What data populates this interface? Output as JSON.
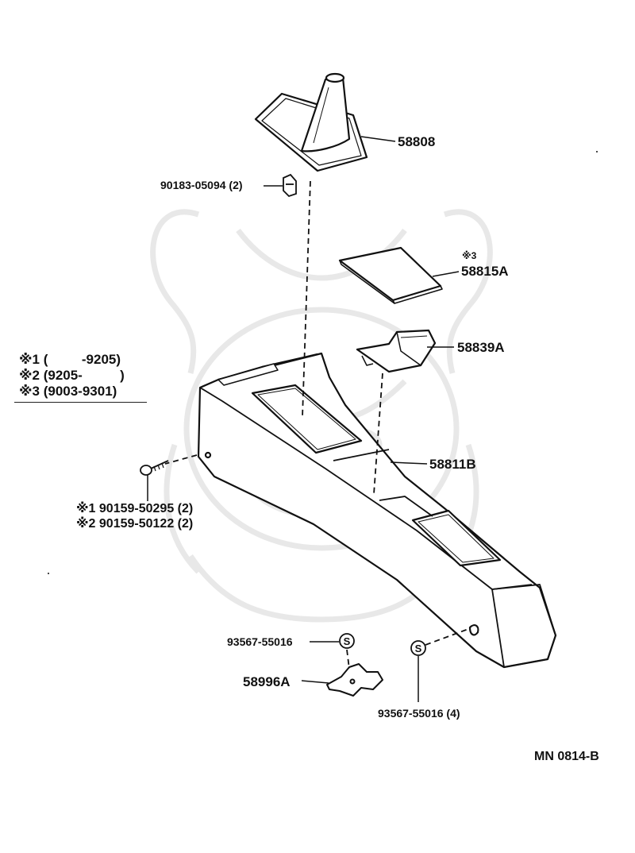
{
  "parts": {
    "shift_boot": "58808",
    "clip": "90183-05094 (2)",
    "lid_note": "※3",
    "lid": "58815A",
    "small_box": "58839A",
    "console_box": "58811B",
    "screw_1": "※1 90159-50295 (2)",
    "screw_2": "※2 90159-50122 (2)",
    "screw_grommet_left": "93567-55016",
    "bracket": "58996A",
    "screw_grommet_right": "93567-55016 (4)"
  },
  "legend": {
    "row1": "※1 (         -9205)",
    "row2": "※2 (9205-          )",
    "row3": "※3 (9003-9301)"
  },
  "grommet_symbol": "S",
  "diagram_code": "MN 0814-B",
  "colors": {
    "ink": "#111111",
    "watermark": "#e9e9e9",
    "background": "#ffffff"
  }
}
